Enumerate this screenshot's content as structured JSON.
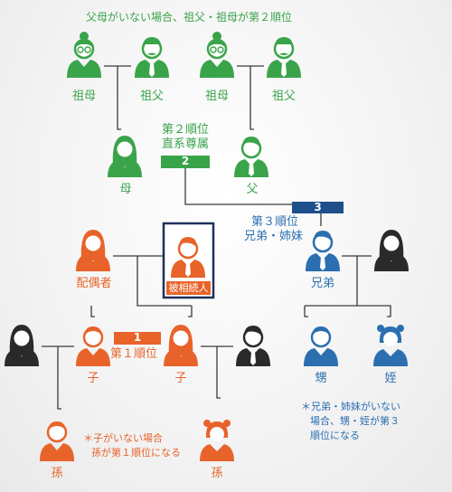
{
  "header_note": "父母がいない場合、祖父・祖母が第２順位",
  "people": {
    "grandmother_1": "祖母",
    "grandfather_1": "祖父",
    "grandmother_2": "祖母",
    "grandfather_2": "祖父",
    "mother": "母",
    "father": "父",
    "spouse": "配偶者",
    "decedent": "被相続人",
    "sibling": "兄弟",
    "child_1": "子",
    "child_2": "子",
    "nephew": "甥",
    "niece": "姪",
    "grandchild_1": "孫",
    "grandchild_2": "孫"
  },
  "ranks": {
    "rank1_number": "1",
    "rank1_label": "第１順位",
    "rank2_number": "2",
    "rank2_label_line1": "第２順位",
    "rank2_label_line2": "直系尊属",
    "rank3_number": "3",
    "rank3_label_line1": "第３順位",
    "rank3_label_line2": "兄弟・姉妹"
  },
  "notes": {
    "grandchild_line1": "＊子がいない場合",
    "grandchild_line2": "孫が第１順位になる",
    "sibling_line1": "＊兄弟・姉妹がいない",
    "sibling_line2": "場合、甥・姪が第３",
    "sibling_line3": "順位になる"
  },
  "colors": {
    "green": "#3aa44a",
    "orange": "#e8632a",
    "blue": "#2b6fb0",
    "navy": "#1f2f5a",
    "black": "#2a2a2a"
  }
}
